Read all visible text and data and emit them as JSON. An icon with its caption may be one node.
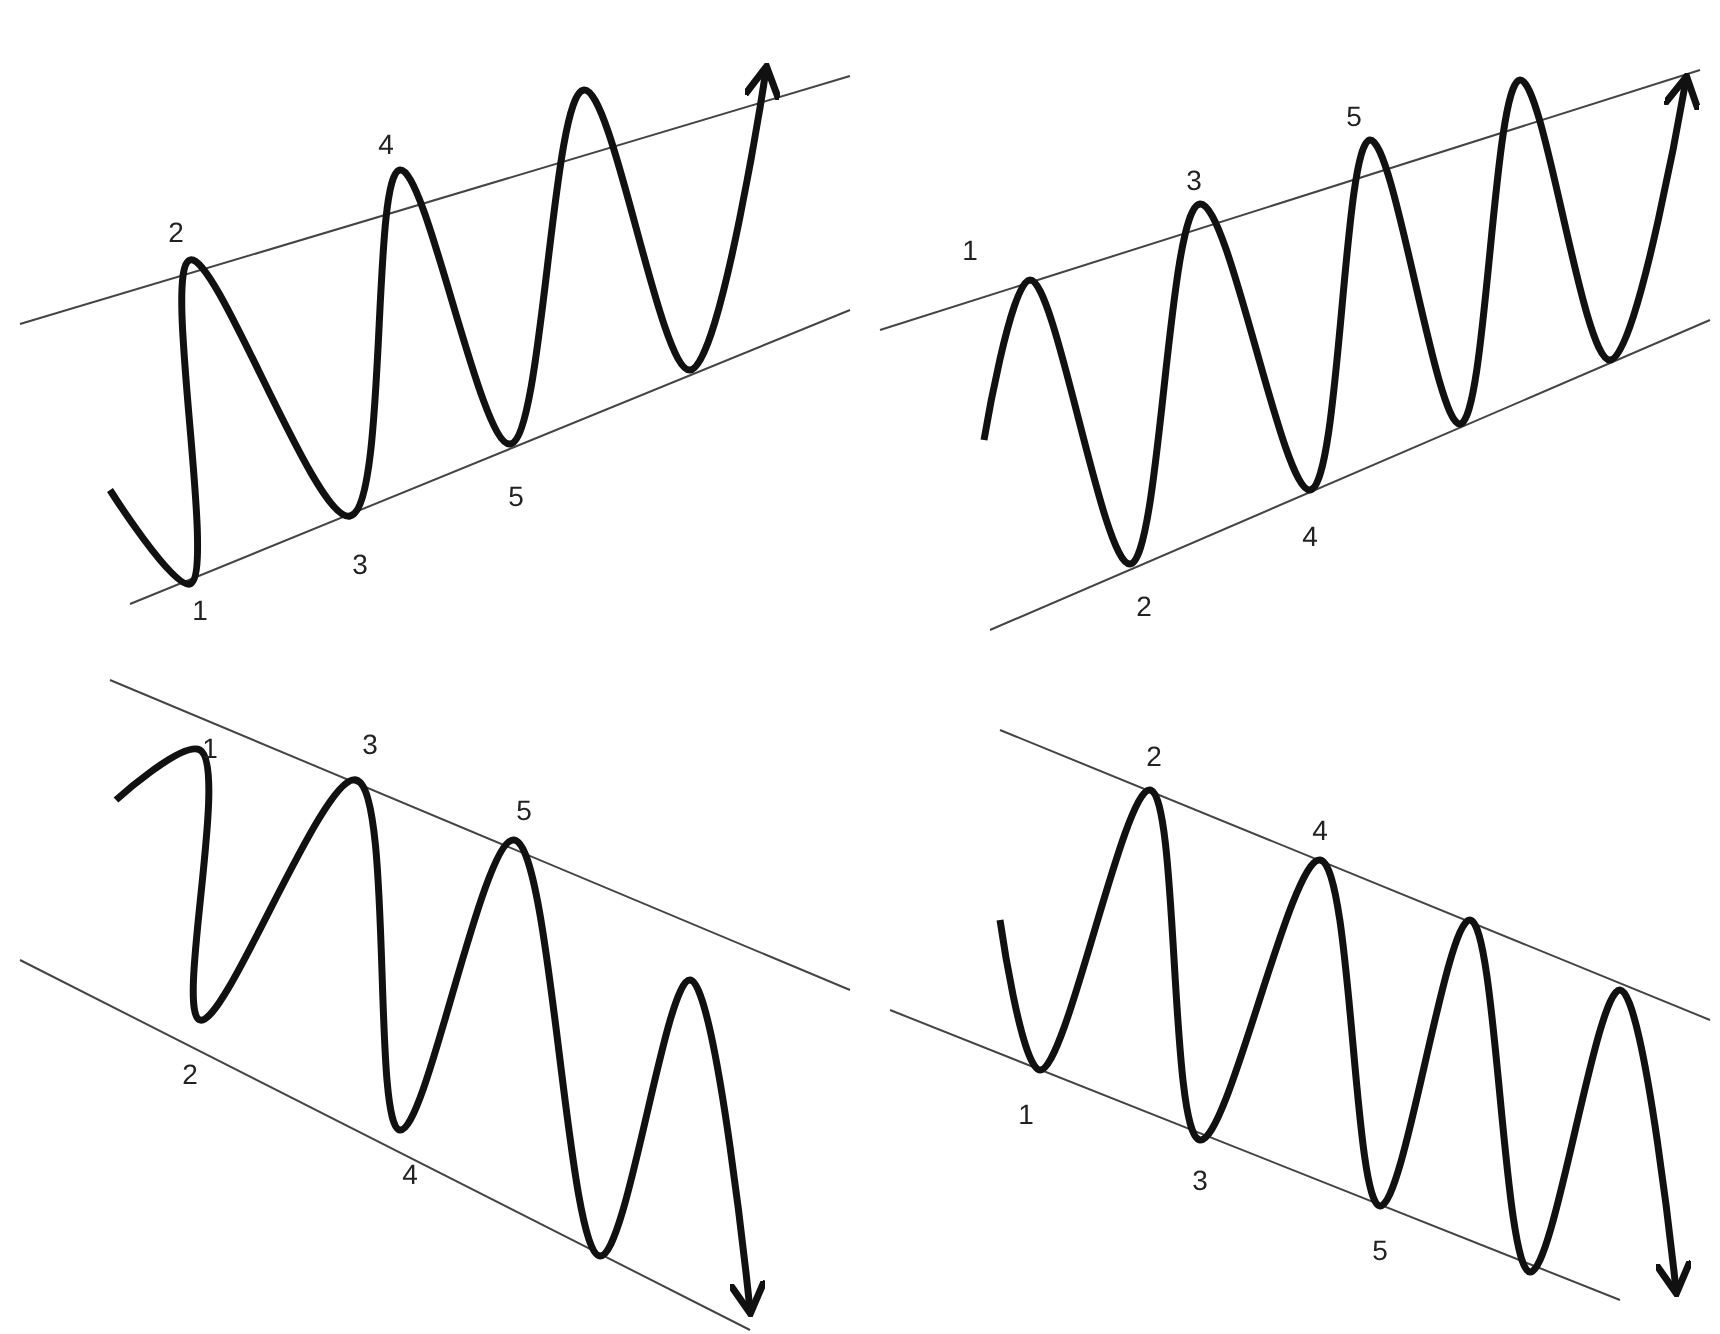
{
  "diagram": {
    "labels": [
      "1",
      "2",
      "3",
      "4",
      "5",
      "1",
      "2",
      "3",
      "4",
      "5",
      "1",
      "2",
      "3",
      "4",
      "5",
      "1",
      "2",
      "3",
      "4",
      "5"
    ]
  }
}
